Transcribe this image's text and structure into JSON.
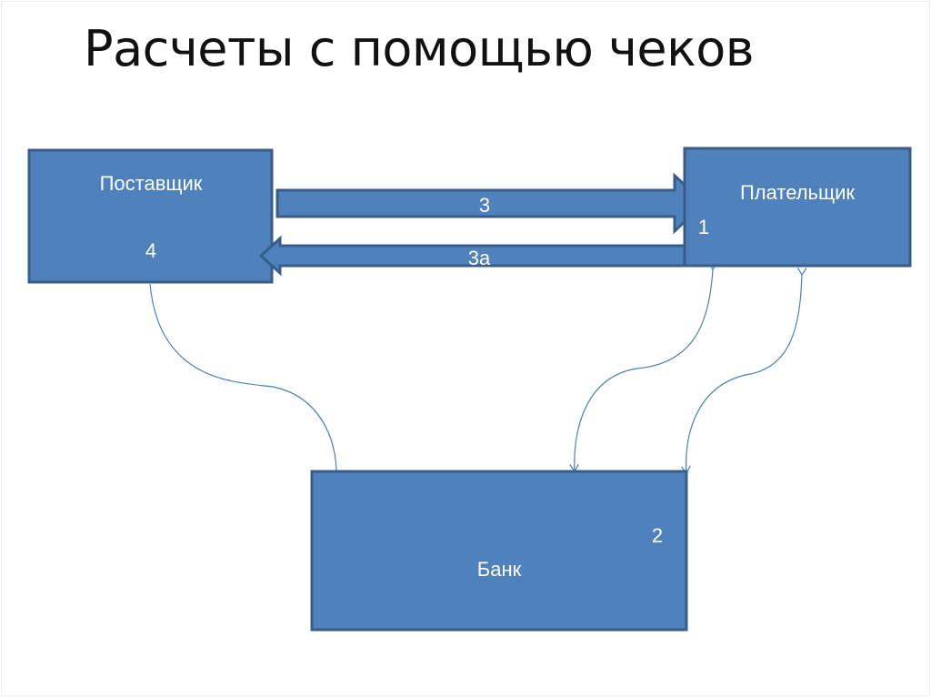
{
  "title": "Расчеты с помощью чеков",
  "nodes": {
    "supplier": {
      "label": "Поставщик",
      "step": "4"
    },
    "payer": {
      "label": "Плательщик",
      "step": "1"
    },
    "bank": {
      "label": "Банк",
      "step": "2"
    }
  },
  "arrows": {
    "to_payer": "3",
    "to_supplier": "3а"
  },
  "colors": {
    "fill": "#4f81bd",
    "stroke": "#385d8a",
    "connector": "#4a7ebb"
  }
}
